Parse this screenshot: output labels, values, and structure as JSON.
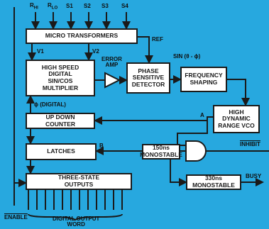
{
  "title": "",
  "pins": {
    "rhi": "R",
    "rhi_sub": "HI",
    "rlo": "R",
    "rlo_sub": "LO",
    "s1": "S1",
    "s2": "S2",
    "s3": "S3",
    "s4": "S4"
  },
  "blocks": {
    "micro_transformers": "MICRO TRANSFORMERS",
    "multiplier": "HIGH SPEED\nDIGITAL\nSIN/COS\nMULTIPLIER",
    "phase_detector": "PHASE\nSENSITIVE\nDETECTOR",
    "frequency_shaping": "FREQUENCY\nSHAPING",
    "vco": "HIGH\nDYNAMIC\nRANGE VCO",
    "up_down_counter": "UP DOWN\nCOUNTER",
    "latches": "LATCHES",
    "monostable_150": "150ns\nMONOSTABLE",
    "monostable_330": "330ns\nMONOSTABLE",
    "three_state_outputs": "THREE-STATE\nOUTPUTS"
  },
  "labels": {
    "ref": "REF",
    "sin": "SIN (θ - ϕ)",
    "v1": "V1",
    "v2": "V2",
    "error_amp": "ERROR\nAMP",
    "phi_digital": "ϕ (DIGITAL)",
    "a": "A",
    "b": "B",
    "inhibit": "INHIBIT",
    "busy": "BUSY",
    "enable": "ENABLE",
    "digital_output_word": "DIGITAL OUTPUT\nWORD"
  },
  "colors": {
    "background": "#27a8df",
    "block_fill": "#ffffff",
    "line": "#1a1a1a"
  }
}
